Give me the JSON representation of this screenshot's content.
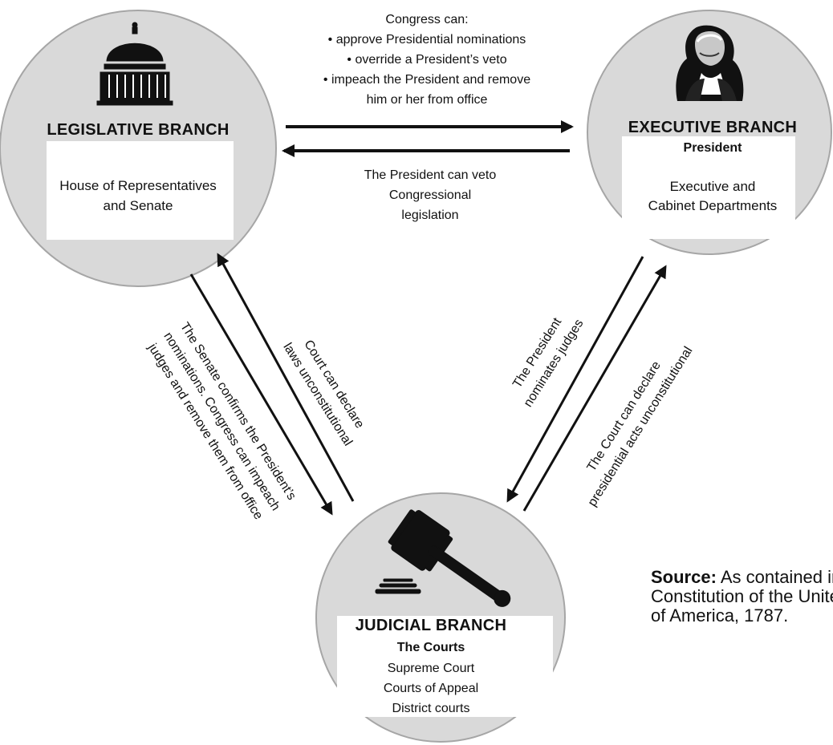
{
  "diagram": {
    "legislative": {
      "title": "LEGISLATIVE BRANCH",
      "line1": "House of Representatives",
      "line2": "and Senate"
    },
    "executive": {
      "title": "EXECUTIVE BRANCH",
      "subtitle": "President",
      "line1": "Executive and",
      "line2": "Cabinet Departments"
    },
    "judicial": {
      "title": "JUDICIAL BRANCH",
      "subtitle": "The Courts",
      "line1": "Supreme Court",
      "line2": "Courts of Appeal",
      "line3": "District courts"
    },
    "labels": {
      "congress_heading": "Congress can:",
      "congress_1": "• approve Presidential nominations",
      "congress_2": "• override a President’s veto",
      "congress_3": "• impeach the President and remove",
      "congress_4": "him or her from office",
      "president_veto_1": "The President can veto",
      "president_veto_2": "Congressional",
      "president_veto_3": "legislation",
      "left_outer_1": "The Senate confirms the President’s",
      "left_outer_2": "nominations. Congress can impeach",
      "left_outer_3": "judges and remove them from office",
      "left_inner_1": "Court can declare",
      "left_inner_2": "laws unconstitutional",
      "right_inner_1": "The President",
      "right_inner_2": "nominates judges",
      "right_outer_1": "The Court can declare",
      "right_outer_2": "presidential acts unconstitutional"
    },
    "source": {
      "label": "Source:",
      "line1_rest": " As contained in the",
      "line2": "Constitution of the United States",
      "line3": "of America, 1787."
    },
    "icons": {
      "legislative": "capitol-dome-icon",
      "executive": "president-portrait-icon",
      "judicial": "gavel-icon"
    },
    "colors": {
      "circle_fill": "#d9d9d9",
      "circle_stroke": "#a6a6a6",
      "text": "#111111",
      "box_fill": "#ffffff"
    }
  }
}
